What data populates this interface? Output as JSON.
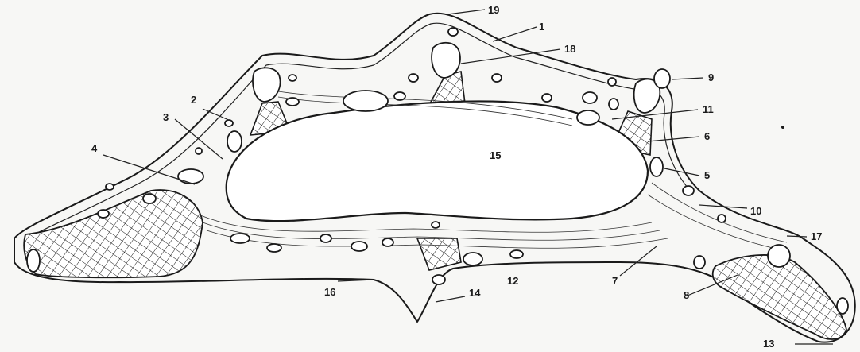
{
  "figure": {
    "background": "#f7f7f5",
    "ink_color": "#1a1a1a",
    "hatch": "crosshatch"
  },
  "labels": {
    "l1": "1",
    "l2": "2",
    "l3": "3",
    "l4": "4",
    "l5": "5",
    "l6": "6",
    "l7": "7",
    "l8": "8",
    "l9": "9",
    "l10": "10",
    "l11": "11",
    "l12": "12",
    "l13": "13",
    "l14": "14",
    "l15": "15",
    "l16": "16",
    "l17": "17",
    "l18": "18",
    "l19": "19"
  }
}
